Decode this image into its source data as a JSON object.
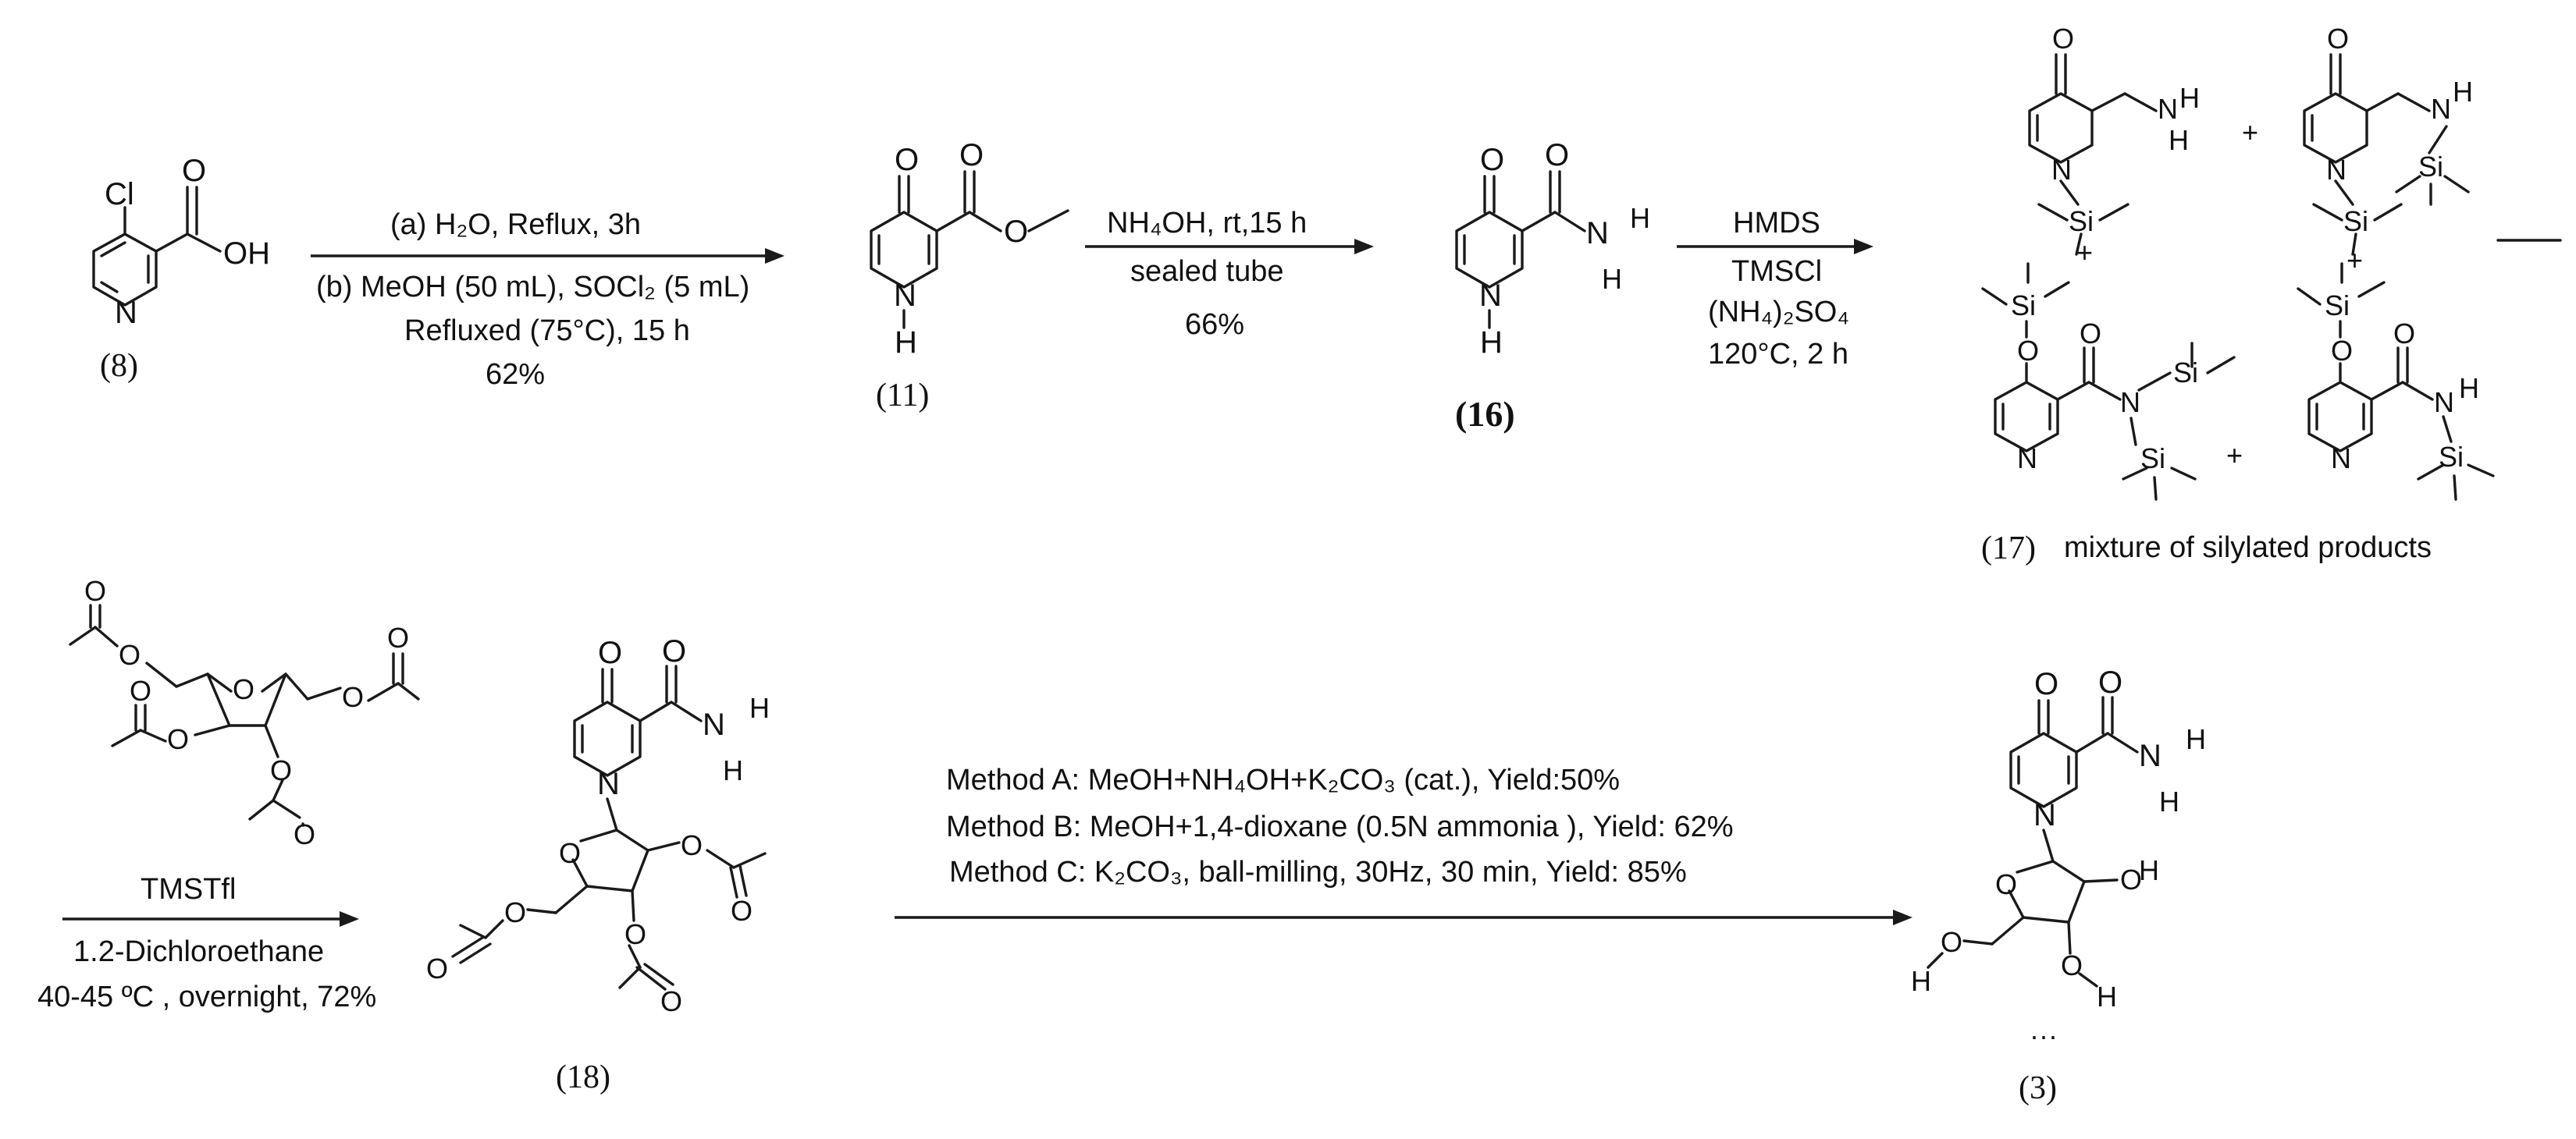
{
  "atoms": {
    "carbonyl_o": "O",
    "nitrogen": "N",
    "hydrogen": "H",
    "hydroxyl_h": "OH",
    "chlorine": "Cl",
    "silicon": "Si",
    "plus": "+",
    "dots": "···"
  },
  "compounds": {
    "c8": "(8)",
    "c11": "(11)",
    "c16": "(16)",
    "c17": "(17)",
    "c17_caption": "mixture of silylated products",
    "c18": "(18)",
    "c3": "(3)"
  },
  "conditions": {
    "step1_a": "(a) H₂O, Reflux, 3h",
    "step1_b": "(b) MeOH (50 mL), SOCl₂ (5 mL)",
    "step1_c": "Refluxed (75°C), 15 h",
    "step1_yield": "62%",
    "step2_a": "NH₄OH, rt,15 h",
    "step2_b": "sealed tube",
    "step2_yield": "66%",
    "step3_a": "HMDS",
    "step3_b": "TMSCl",
    "step3_c": "(NH₄)₂SO₄",
    "step3_d": "120°C, 2 h",
    "step4_a": "TMSTfl",
    "step4_b": "1.2-Dichloroethane",
    "step4_c": "40-45 ºC , overnight, 72%",
    "step5_a": "Method A: MeOH+NH₄OH+K₂CO₃ (cat.), Yield:50%",
    "step5_b": "Method B: MeOH+1,4-dioxane (0.5N ammonia ), Yield: 62%",
    "step5_c": "Method C: K₂CO₃, ball-milling, 30Hz, 30 min, Yield: 85%"
  }
}
